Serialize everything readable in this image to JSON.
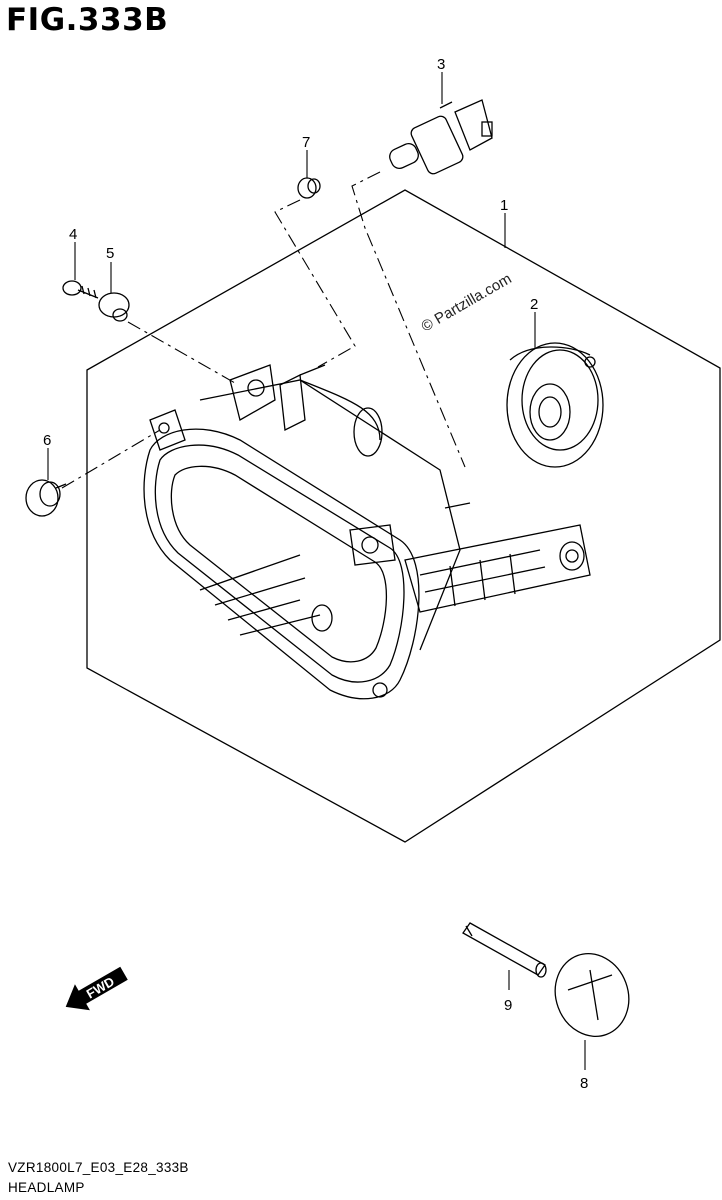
{
  "figure": {
    "title": "FIG.333B"
  },
  "watermark": "© Partzilla.com",
  "callouts": [
    {
      "id": "1",
      "label": "1"
    },
    {
      "id": "2",
      "label": "2"
    },
    {
      "id": "3",
      "label": "3"
    },
    {
      "id": "4",
      "label": "4"
    },
    {
      "id": "5",
      "label": "5"
    },
    {
      "id": "6",
      "label": "6"
    },
    {
      "id": "7",
      "label": "7"
    },
    {
      "id": "8",
      "label": "8"
    },
    {
      "id": "9",
      "label": "9"
    }
  ],
  "direction_marker": {
    "label": "FWD",
    "icon": "fwd-arrow-icon"
  },
  "footer": {
    "code": "VZR1800L7_E03_E28_333B",
    "name": "HEADLAMP"
  }
}
